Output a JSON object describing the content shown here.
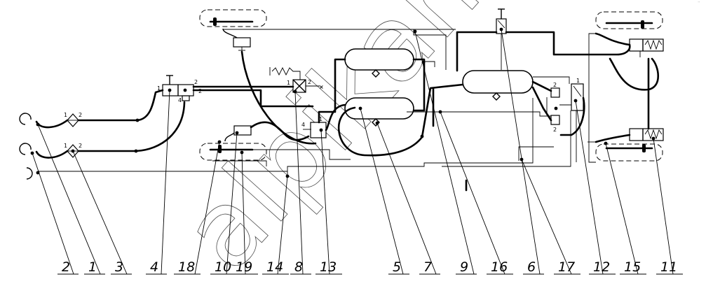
{
  "port_labels": {
    "dryer_in_1": "1",
    "dryer_out_2": "2",
    "valve4_in": "1",
    "valve4_out_a": "2",
    "valve4_out_b": "2",
    "valve4_exh": "4",
    "valve8_in": "1",
    "valve8_out": "2",
    "valve13_in": "1",
    "valve13_out": "4",
    "valve12_top": "2",
    "valve12_bottom": "2",
    "valve12_side": "1"
  },
  "callouts": [
    {
      "id": "c2",
      "text": "2"
    },
    {
      "id": "c1",
      "text": "1"
    },
    {
      "id": "c3",
      "text": "3"
    },
    {
      "id": "c4",
      "text": "4"
    },
    {
      "id": "c18",
      "text": "18"
    },
    {
      "id": "c10",
      "text": "10"
    },
    {
      "id": "c19",
      "text": "19"
    },
    {
      "id": "c14",
      "text": "14"
    },
    {
      "id": "c8",
      "text": "8"
    },
    {
      "id": "c13",
      "text": "13"
    },
    {
      "id": "c5",
      "text": "5"
    },
    {
      "id": "c7",
      "text": "7"
    },
    {
      "id": "c9",
      "text": "9"
    },
    {
      "id": "c16",
      "text": "16"
    },
    {
      "id": "c6",
      "text": "6"
    },
    {
      "id": "c17",
      "text": "17"
    },
    {
      "id": "c12",
      "text": "12"
    },
    {
      "id": "c15",
      "text": "15"
    },
    {
      "id": "c11",
      "text": "11"
    }
  ],
  "watermark_text": "alpikam.ru"
}
